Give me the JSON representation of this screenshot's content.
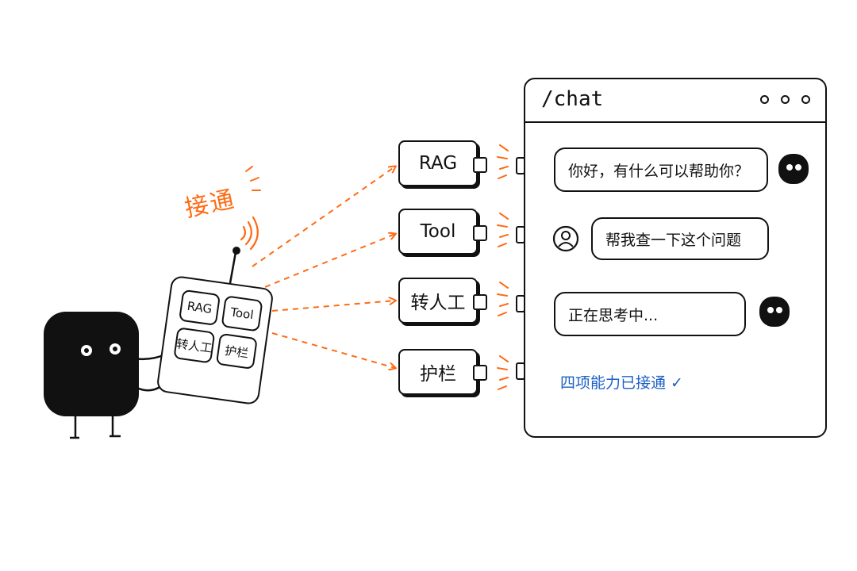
{
  "chat_window": {
    "title": "/chat",
    "messages": [
      {
        "role": "bot",
        "text": "你好，有什么可以帮助你？"
      },
      {
        "role": "user",
        "text": "帮我查一下这个问题"
      },
      {
        "role": "bot",
        "text": "正在思考中..."
      }
    ],
    "status": "四项能力已接通 ✓"
  },
  "modules": [
    "RAG",
    "Tool",
    "转人工",
    "护栏"
  ],
  "remote": {
    "buttons": [
      "RAG",
      "Tool",
      "转人工",
      "护栏"
    ]
  },
  "connect_label": "接通",
  "colors": {
    "accent": "#ff6a13",
    "status_blue": "#1d5fc4",
    "ink": "#111111"
  }
}
